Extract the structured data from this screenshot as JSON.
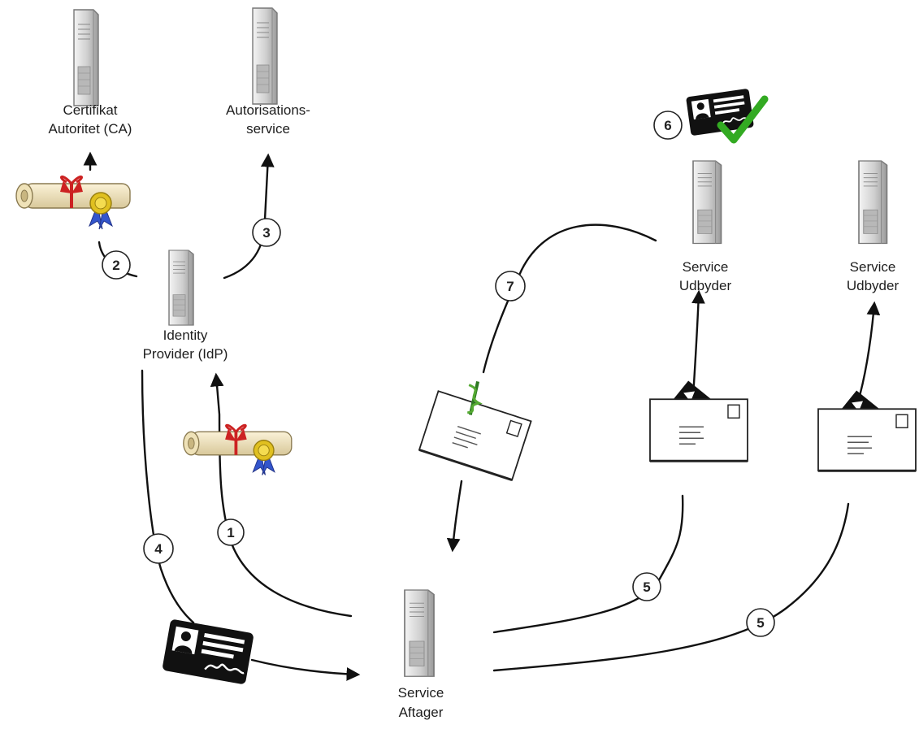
{
  "nodes": {
    "ca": {
      "line1": "Certifikat",
      "line2": "Autoritet (CA)"
    },
    "authz": {
      "line1": "Autorisations-",
      "line2": "service"
    },
    "idp": {
      "line1": "Identity",
      "line2": "Provider (IdP)"
    },
    "provider1": {
      "line1": "Service",
      "line2": "Udbyder"
    },
    "provider2": {
      "line1": "Service",
      "line2": "Udbyder"
    },
    "consumer": {
      "line1": "Service",
      "line2": "Aftager"
    }
  },
  "steps": {
    "s1": "1",
    "s2": "2",
    "s3": "3",
    "s4": "4",
    "s5a": "5",
    "s5b": "5",
    "s6": "6",
    "s7": "7"
  },
  "icons": {
    "server": "server-tower-icon",
    "certificate": "certificate-scroll-icon",
    "id_card": "id-card-icon",
    "verified_card": "verified-id-card-icon",
    "envelope": "envelope-icon",
    "sealed_envelope": "sealed-envelope-icon",
    "medical_envelope": "medical-envelope-icon"
  },
  "colors": {
    "server_body": "#cfcfcf",
    "ribbon_red": "#cc2222",
    "seal_blue": "#3355cc",
    "seal_gold": "#e0c020",
    "check_green": "#33aa22"
  }
}
